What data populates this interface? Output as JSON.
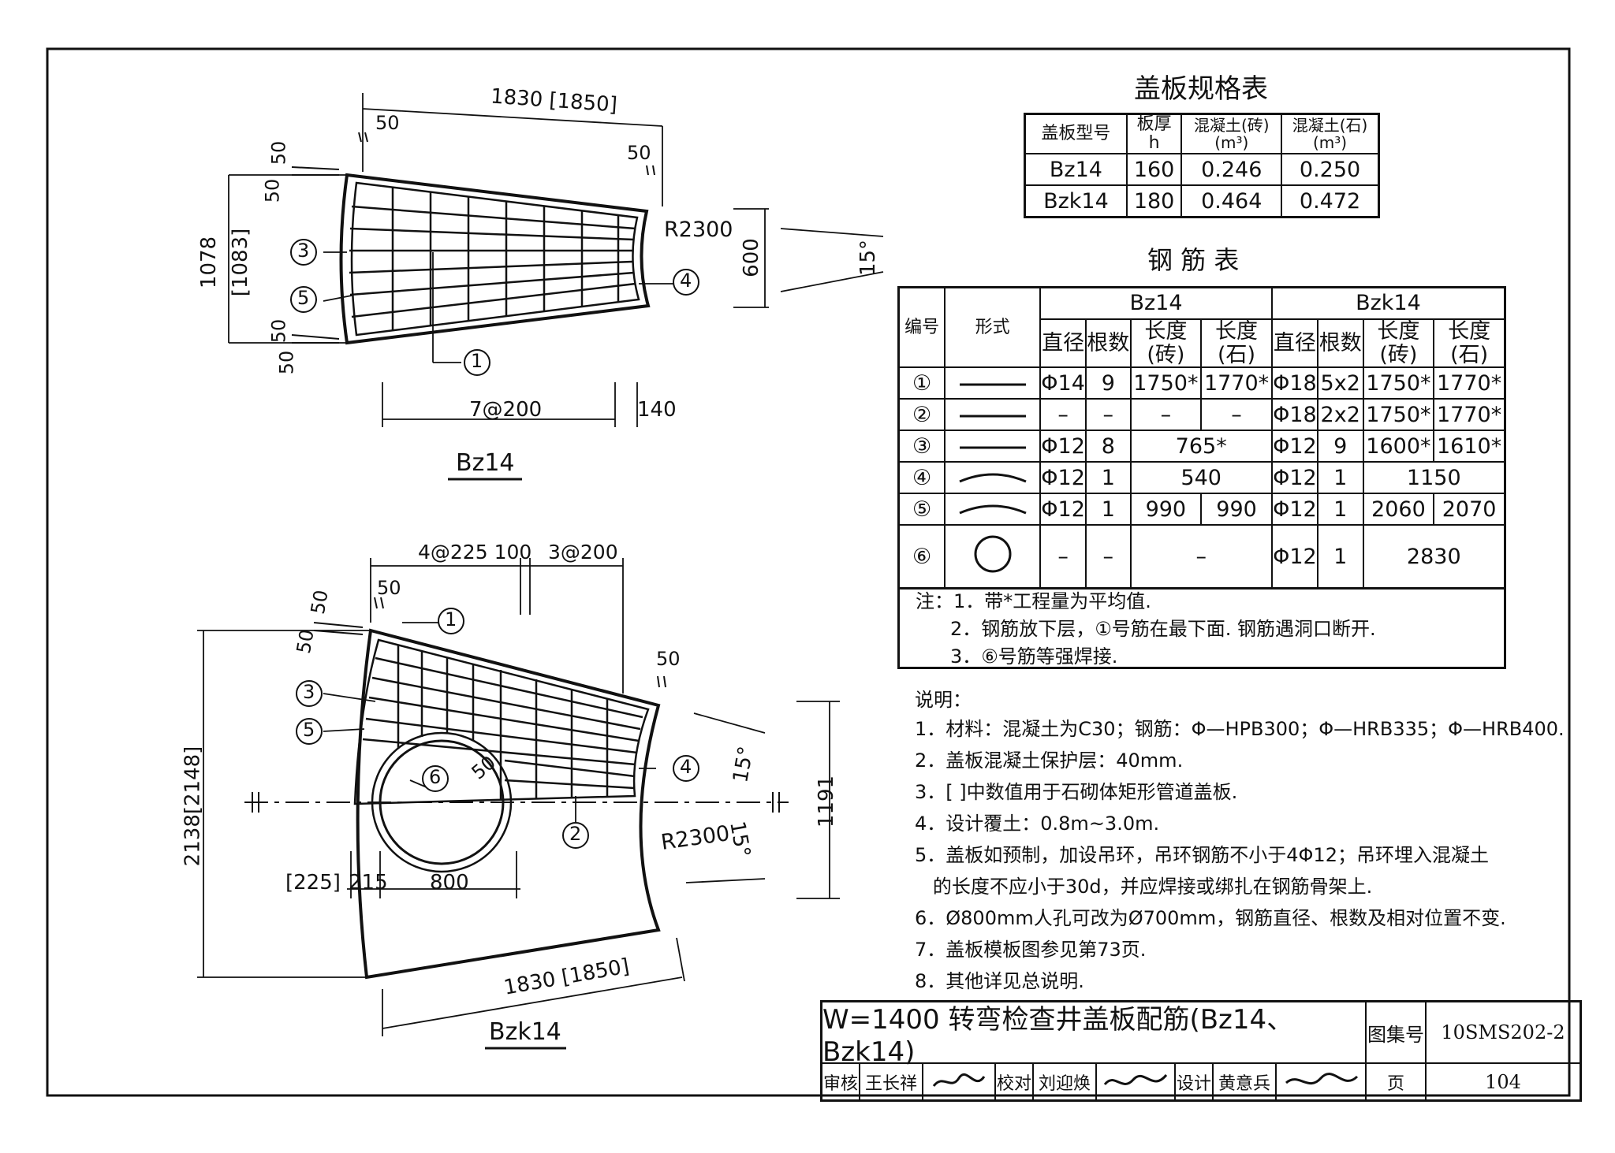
{
  "drawing_bz14": {
    "caption": "Bz14",
    "dim_top": "1830 [1850]",
    "dim_left": "1078",
    "dim_left_alt": "[1083]",
    "dim_50_a": "50",
    "dim_50_b": "50",
    "dim_50_c": "50",
    "dim_50_d": "50",
    "dim_50_e": "50",
    "dim_50_f": "50",
    "radius": "R2300",
    "dim_right": "600",
    "angle": "15°",
    "spacing": "7@200",
    "dim_140": "140",
    "markers": [
      "3",
      "5",
      "1",
      "4"
    ]
  },
  "drawing_bzk14": {
    "caption": "Bzk14",
    "dim_top_1": "4@225 100",
    "dim_top_2": "3@200",
    "dim_left": "2138[2148]",
    "dim_50_a": "50",
    "dim_50_b": "50",
    "dim_50_c": "50",
    "dim_50_d": "50",
    "dim_50_hole": "50",
    "angle_1": "15°",
    "angle_2": "15°",
    "radius": "R2300",
    "dim_right": "1191",
    "dim_225": "[225]",
    "dim_215": "215",
    "dim_800": "800",
    "dim_bottom": "1830 [1850]",
    "markers": [
      "1",
      "3",
      "5",
      "6",
      "4",
      "2"
    ]
  },
  "spec_table": {
    "title": "盖板规格表",
    "headers": [
      "盖板型号",
      "板厚",
      "h",
      "混凝土(砖)",
      "(m³)",
      "混凝土(石)",
      "(m³)"
    ],
    "rows": [
      [
        "Bz14",
        "160",
        "0.246",
        "0.250"
      ],
      [
        "Bzk14",
        "180",
        "0.464",
        "0.472"
      ]
    ]
  },
  "rebar_table": {
    "title": "钢 筋 表",
    "col_no": "编号",
    "col_form": "形式",
    "group_bz14": "Bz14",
    "group_bzk14": "Bzk14",
    "sub_headers": [
      "直径",
      "根数",
      "长度(砖)",
      "长度(石)",
      "直径",
      "根数",
      "长度(砖)",
      "长度(石)"
    ],
    "rows": [
      {
        "no": "①",
        "bz": [
          "Φ14",
          "9",
          "1750*",
          "1770*"
        ],
        "bzk": [
          "Φ18",
          "5x2",
          "1750*",
          "1770*"
        ]
      },
      {
        "no": "②",
        "bz": [
          "–",
          "–",
          "–",
          "–"
        ],
        "bzk": [
          "Φ18",
          "2x2",
          "1750*",
          "1770*"
        ]
      },
      {
        "no": "③",
        "bz": [
          "Φ12",
          "8",
          "765*"
        ],
        "bzk": [
          "Φ12",
          "9",
          "1600*",
          "1610*"
        ]
      },
      {
        "no": "④",
        "bz": [
          "Φ12",
          "1",
          "540"
        ],
        "bzk": [
          "Φ12",
          "1",
          "1150"
        ]
      },
      {
        "no": "⑤",
        "bz": [
          "Φ12",
          "1",
          "990",
          "990"
        ],
        "bzk": [
          "Φ12",
          "1",
          "2060",
          "2070"
        ]
      },
      {
        "no": "⑥",
        "bz": [
          "–",
          "–",
          "–"
        ],
        "bzk": [
          "Φ12",
          "1",
          "2830"
        ]
      }
    ]
  },
  "table_notes": [
    "注：1．带*工程量为平均值.",
    "2．钢筋放下层，①号筋在最下面. 钢筋遇洞口断开.",
    "3．⑥号筋等强焊接."
  ],
  "explanation": {
    "title": "说明：",
    "items": [
      "1．材料：混凝土为C30；钢筋：Φ—HPB300；Φ—HRB335；Φ—HRB400.",
      "2．盖板混凝土保护层：40mm.",
      "3．[  ]中数值用于石砌体矩形管道盖板.",
      "4．设计覆土：0.8m~3.0m.",
      "5．盖板如预制，加设吊环，吊环钢筋不小于4Φ12；吊环埋入混凝土",
      "   的长度不应小于30d，并应焊接或绑扎在钢筋骨架上.",
      "6．Ø800mm人孔可改为Ø700mm，钢筋直径、根数及相对位置不变.",
      "7．盖板模板图参见第73页.",
      "8．其他详见总说明."
    ]
  },
  "title_block": {
    "title": "W=1400 转弯检查井盖板配筋(Bz14、Bzk14)",
    "atlas_label": "图集号",
    "atlas_no": "10SMS202-2",
    "review_label": "审核",
    "reviewer": "王长祥",
    "check_label": "校对",
    "checker": "刘迎焕",
    "design_label": "设计",
    "designer": "黄意兵",
    "page_label": "页",
    "page_no": "104"
  }
}
